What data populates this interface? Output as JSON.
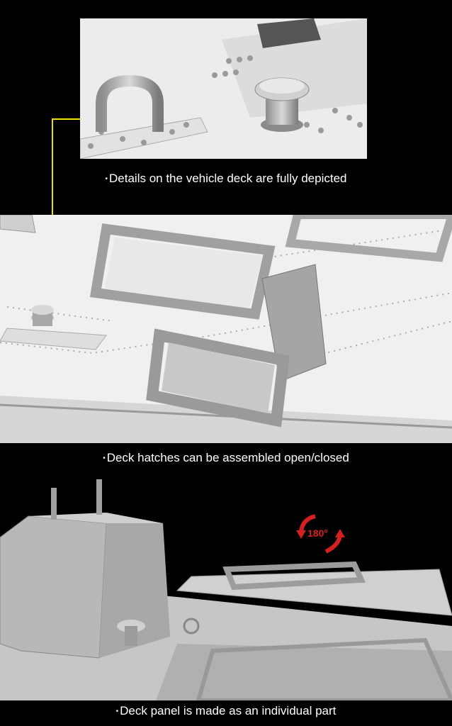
{
  "captions": {
    "vehicle_deck": "Details on the vehicle deck are fully depicted",
    "hatches": "Deck hatches can be assembled open/closed",
    "panel": "Deck panel is made as an individual part"
  },
  "bullet": "•",
  "rotation_label": "180°",
  "colors": {
    "background": "#000000",
    "caption_text": "#ffffff",
    "leader_line": "#e8e000",
    "rotation_arrow": "#d42020",
    "model_gray": "#b8b8b8"
  }
}
